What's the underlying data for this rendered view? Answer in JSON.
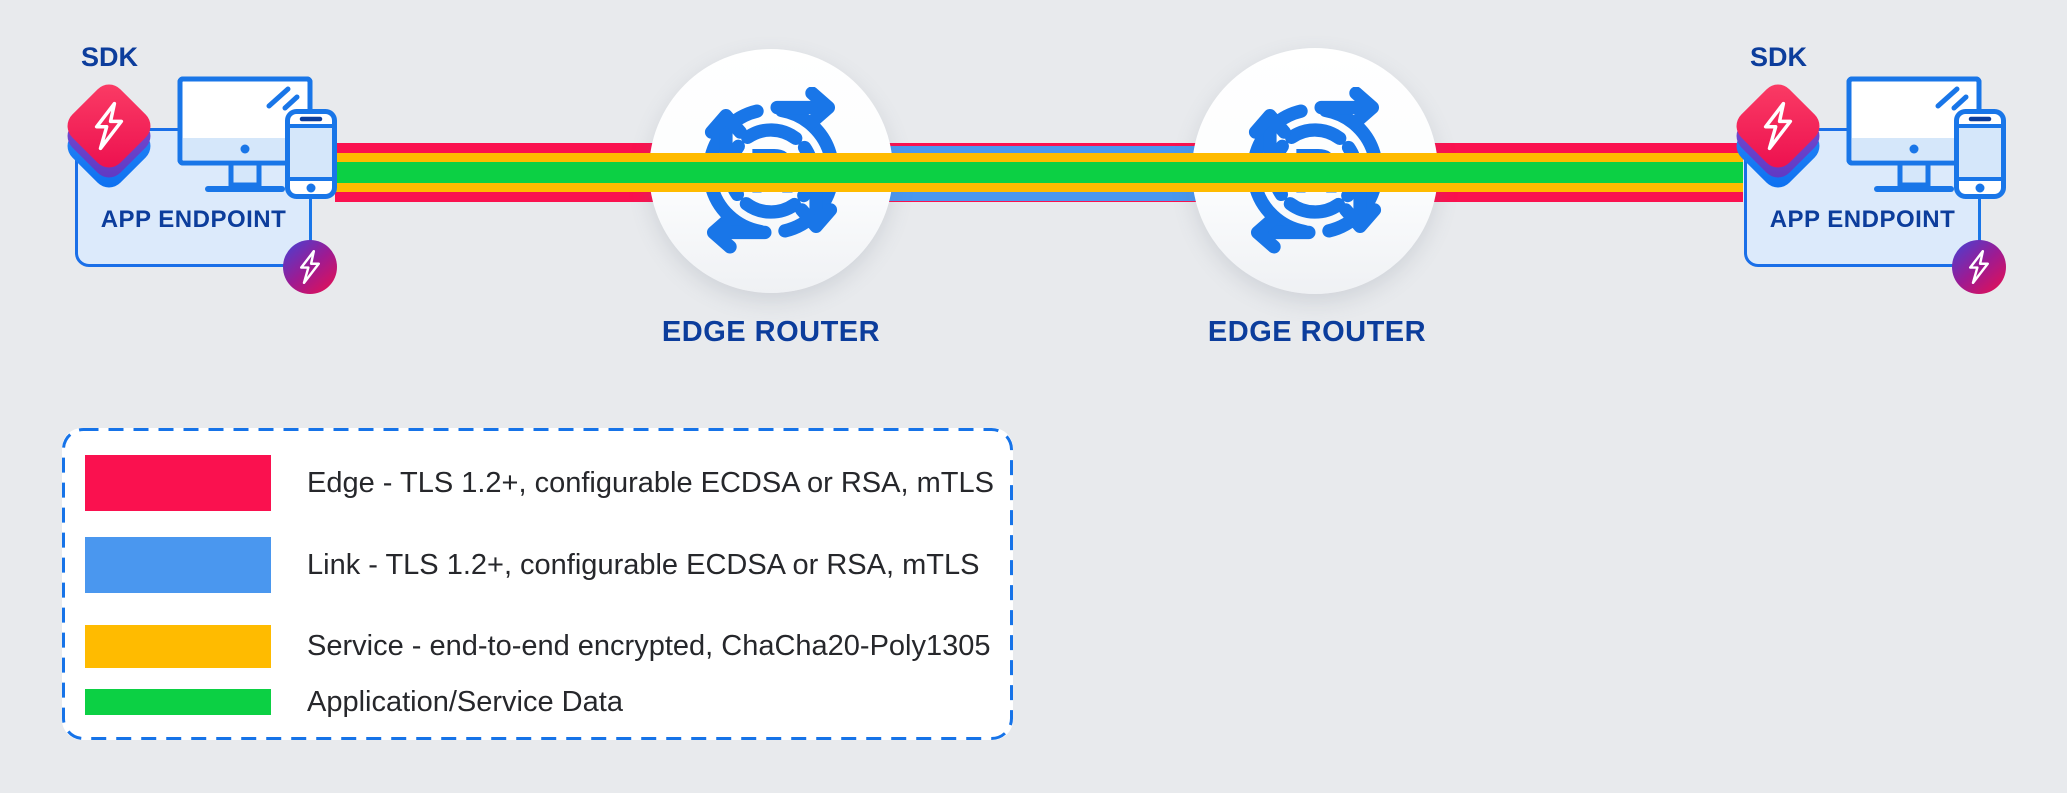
{
  "colors": {
    "background": "#E8EAED",
    "edge_red": "#FA114F",
    "link_blue": "#4A97EF",
    "service_yellow": "#FFBB00",
    "data_green": "#0CD044",
    "icon_blue": "#1976E8",
    "navy": "#0C3D9C",
    "box_fill": "#DCEAFB",
    "screen_fill": "#D5E7FA",
    "legend_border": "#1673E8",
    "legend_text": "#26272B"
  },
  "endpoints": {
    "left": {
      "sdk_label": "SDK",
      "box_label": "APP ENDPOINT"
    },
    "right": {
      "sdk_label": "SDK",
      "box_label": "APP ENDPOINT"
    }
  },
  "routers": {
    "left": {
      "label": "EDGE ROUTER",
      "letter": "R"
    },
    "right": {
      "label": "EDGE ROUTER",
      "letter": "R"
    }
  },
  "legend": {
    "items": [
      {
        "label": "Edge - TLS 1.2+, configurable ECDSA or RSA, mTLS",
        "color": "#FA114F",
        "swatch_height": 56
      },
      {
        "label": "Link - TLS 1.2+, configurable ECDSA or RSA, mTLS",
        "color": "#4A97EF",
        "swatch_height": 56
      },
      {
        "label": "Service - end-to-end encrypted, ChaCha20-Poly1305",
        "color": "#FFBB00",
        "swatch_height": 43
      },
      {
        "label": "Application/Service Data",
        "color": "#0CD044",
        "swatch_height": 26
      }
    ]
  }
}
